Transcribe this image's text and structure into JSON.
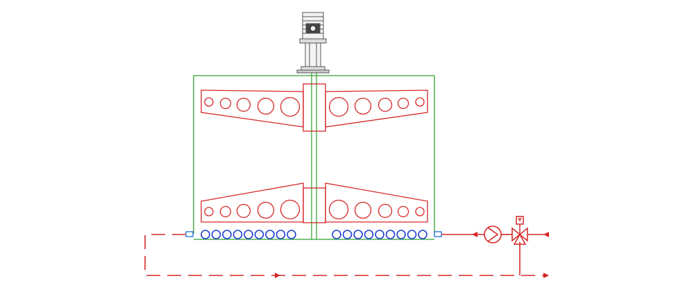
{
  "diagram": {
    "colors": {
      "tank_outline": "#2ca02c",
      "mixer_blades": "#d62728",
      "heating_coils": "#1f3fd6",
      "piping": "#d62728",
      "motor": "#555555",
      "background": "#ffffff"
    },
    "components": [
      {
        "name": "motor-gearbox",
        "icon": "motor-icon"
      },
      {
        "name": "mixing-tank",
        "icon": "tank-outline"
      },
      {
        "name": "agitator-shaft",
        "icon": "shaft"
      },
      {
        "name": "upper-paddle-blades",
        "icon": "paddle-blade"
      },
      {
        "name": "lower-paddle-blades",
        "icon": "paddle-blade"
      },
      {
        "name": "heating-coil-tubes",
        "icon": "coil-circle"
      },
      {
        "name": "circulation-pump",
        "icon": "pump-icon"
      },
      {
        "name": "three-way-valve",
        "icon": "valve-icon"
      }
    ],
    "coil_tube_count_left": 9,
    "coil_tube_count_right": 9
  }
}
